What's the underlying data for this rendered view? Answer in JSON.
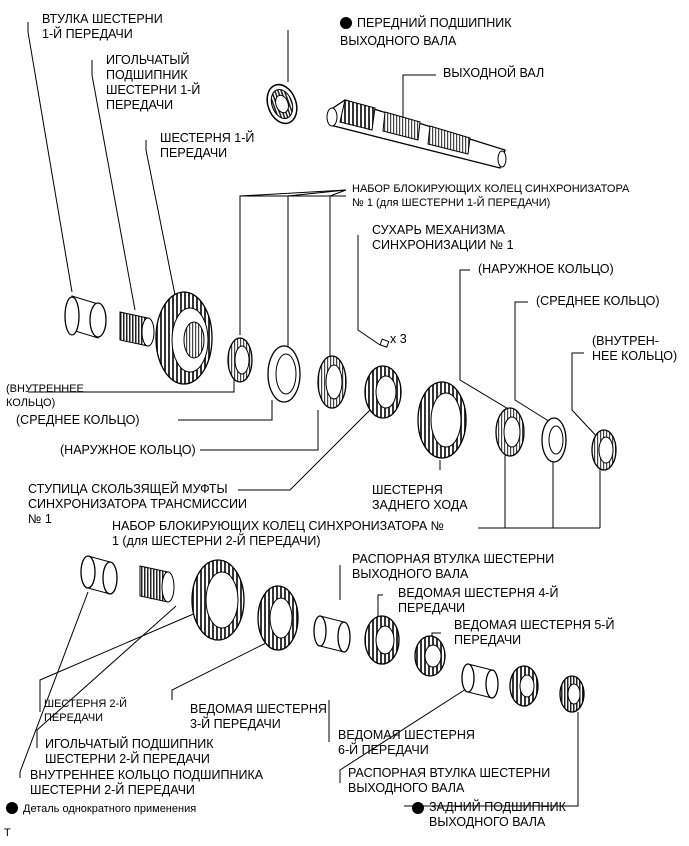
{
  "labels": {
    "first_gear_bushing": "ВТУЛКА ШЕСТЕРНИ\n1-Й ПЕРЕДАЧИ",
    "first_gear_needle_bearing": "ИГОЛЬЧАТЫЙ\nПОДШИПНИК\nШЕСТЕРНИ 1-Й\nПЕРЕДАЧИ",
    "first_gear": "ШЕСТЕРНЯ 1-Й\nПЕРЕДАЧИ",
    "front_bearing": "ПЕРЕДНИЙ ПОДШИПНИК\nВЫХОДНОГО ВАЛА",
    "output_shaft": "ВЫХОДНОЙ ВАЛ",
    "synchro_ring_set_1": "НАБОР БЛОКИРУЮЩИХ КОЛЕЦ СИНХРОНИЗАТОРА\n№ 1 (для ШЕСТЕРНИ 1-Й ПЕРЕДАЧИ)",
    "synchro_key": "СУХАРЬ МЕХАНИЗМА\nСИНХРОНИЗАЦИИ № 1",
    "qty_x3": "x 3",
    "outer_ring_right": "(НАРУЖНОЕ КОЛЬЦО)",
    "middle_ring_right": "(СРЕДНЕЕ КОЛЬЦО)",
    "inner_ring_right": "(ВНУТРЕН-\nНЕЕ КОЛЬЦО)",
    "inner_ring_left": "(ВНУТРЕННЕЕ\nКОЛЬЦО)",
    "middle_ring_left": "(СРЕДНЕЕ КОЛЬЦО)",
    "outer_ring_left": "(НАРУЖНОЕ КОЛЬЦО)",
    "hub_sleeve": "СТУПИЦА СКОЛЬЗЯЩЕЙ МУФТЫ\nСИНХРОНИЗАТОРА ТРАНСМИССИИ\n№ 1",
    "reverse_gear": "ШЕСТЕРНЯ\nЗАДНЕГО ХОДА",
    "synchro_ring_set_2": "НАБОР БЛОКИРУЮЩИХ КОЛЕЦ СИНХРОНИЗАТОРА №\n1 (для ШЕСТЕРНИ 2-Й ПЕРЕДАЧИ)",
    "spacer_top": "РАСПОРНАЯ ВТУЛКА ШЕСТЕРНИ\nВЫХОДНОГО ВАЛА",
    "fourth_driven_gear": "ВЕДОМАЯ ШЕСТЕРНЯ 4-Й\nПЕРЕДАЧИ",
    "fifth_driven_gear": "ВЕДОМАЯ ШЕСТЕРНЯ 5-Й\nПЕРЕДАЧИ",
    "second_gear": "ШЕСТЕРНЯ 2-Й\nПЕРЕДАЧИ",
    "third_driven_gear": "ВЕДОМАЯ ШЕСТЕРНЯ\n3-Й ПЕРЕДАЧИ",
    "second_gear_needle_bearing": "ИГОЛЬЧАТЫЙ ПОДШИПНИК\nШЕСТЕРНИ 2-Й ПЕРЕДАЧИ",
    "sixth_driven_gear": "ВЕДОМАЯ ШЕСТЕРНЯ\n6-Й ПЕРЕДАЧИ",
    "bearing_inner_race": "ВНУТРЕННЕЕ КОЛЬЦО ПОДШИПНИКА\nШЕСТЕРНИ 2-Й ПЕРЕДАЧИ",
    "spacer_bottom": "РАСПОРНАЯ ВТУЛКА ШЕСТЕРНИ\nВЫХОДНОГО ВАЛА",
    "rear_bearing": "ЗАДНИЙ ПОДШИПНИК\nВЫХОДНОГО ВАЛА",
    "legend_single_use": "Деталь однократного применения",
    "corner_mark": "T"
  }
}
